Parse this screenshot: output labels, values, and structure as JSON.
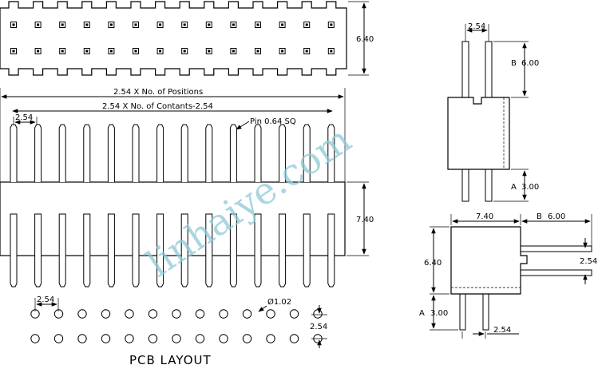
{
  "labels": {
    "height_top": "6.40",
    "total_length": "2.54 X No. of Positions",
    "contact_length": "2.54 X No. of Contants-2.54",
    "pitch_front": "2.54",
    "pin_spec": "Pin 0.64 SQ",
    "height_front": "7.40",
    "pitch_side": "2.54",
    "side_b": "B",
    "side_b_val": "6.00",
    "side_a": "A",
    "side_a_val": "3.00",
    "ra_width": "7.40",
    "ra_b": "B",
    "ra_b_val": "6.00",
    "ra_height": "6.40",
    "ra_pitch_right": "2.54",
    "ra_a": "A",
    "ra_a_val": "3.00",
    "ra_pitch_bottom": "2.54",
    "pcb_pitch_h": "2.54",
    "pcb_hole": "Ø1.02",
    "pcb_pitch_v": "2.54",
    "pcb_title": "PCB LAYOUT"
  },
  "watermark": "linhaiye.com",
  "colors": {
    "watermark": "#8ec9d6",
    "line": "#000000"
  }
}
